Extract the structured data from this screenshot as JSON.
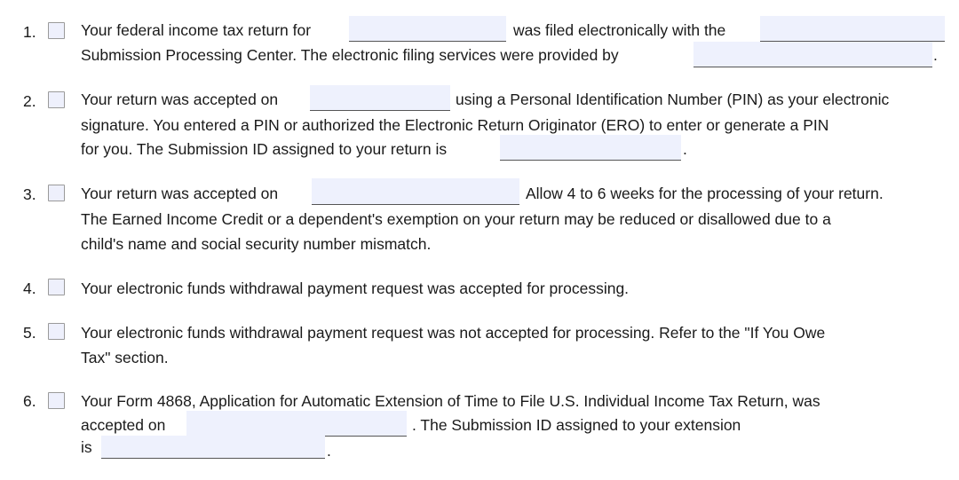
{
  "items": [
    {
      "number": "1.",
      "lines": [
        "Your federal income tax return for",
        "was filed electronically with the",
        "Submission Processing Center. The electronic filing services were provided by",
        "."
      ],
      "fields": [
        {
          "name": "tax-year-field",
          "value": ""
        },
        {
          "name": "submission-center-field",
          "value": ""
        },
        {
          "name": "provider-field",
          "value": ""
        }
      ]
    },
    {
      "number": "2.",
      "lines": [
        "Your return was accepted on",
        "using a Personal Identification Number (PIN) as your electronic",
        "signature. You entered a PIN or authorized the Electronic Return Originator (ERO) to enter or generate a PIN",
        "for you. The Submission ID assigned to your return is",
        "."
      ],
      "fields": [
        {
          "name": "accepted-date-field",
          "value": ""
        },
        {
          "name": "submission-id-field",
          "value": ""
        }
      ]
    },
    {
      "number": "3.",
      "lines": [
        "Your return was accepted on",
        "Allow 4 to 6 weeks for the processing of your return.",
        "The Earned Income Credit or a dependent's exemption on your return may be reduced or disallowed due to a",
        "child's name and social security number mismatch."
      ],
      "fields": [
        {
          "name": "accepted-date-field",
          "value": ""
        }
      ]
    },
    {
      "number": "4.",
      "lines": [
        "Your electronic funds withdrawal payment request was accepted for processing."
      ]
    },
    {
      "number": "5.",
      "lines": [
        "Your electronic funds withdrawal payment request was not accepted for processing. Refer to the \"If You Owe",
        "Tax\" section."
      ]
    },
    {
      "number": "6.",
      "lines": [
        "Your Form 4868, Application for Automatic Extension of Time to File U.S. Individual Income Tax Return, was",
        "accepted on",
        ". The Submission ID assigned to your extension",
        "is",
        "."
      ],
      "fields": [
        {
          "name": "extension-accepted-date-field",
          "value": ""
        },
        {
          "name": "extension-submission-id-field",
          "value": ""
        }
      ]
    }
  ]
}
